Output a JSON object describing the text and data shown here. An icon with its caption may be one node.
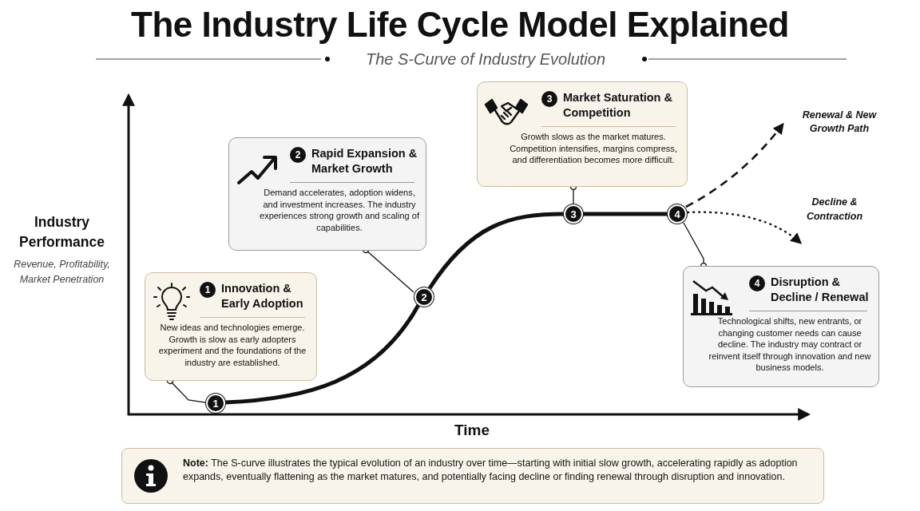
{
  "diagram": {
    "title": "The Industry Life Cycle Model Explained",
    "nodes": [
      {
        "text": [
          "1",
          "Innovation & Early Adoption",
          "New ideas and technologies emerge. Growth is slow as early adopters experiment and the foundations of the industry are established."
        ]
      },
      {
        "text": [
          "2",
          "Rapid Expansion & Market Growth",
          "Demand accelerates, adoption widens, and investment increases. The industry experiences strong growth and scaling of capabilities."
        ]
      },
      {
        "text": [
          "3",
          "Market Saturation & Competition",
          "Growth slows as the market matures. Competition intensifies, margins compress, and differentiation becomes more difficult."
        ]
      },
      {
        "text": [
          "4",
          "Disruption & Decline / Renewal",
          "Technological shifts, new entrants, or changing customer needs can cause decline. The industry may contract or reinvent itself through innovation and new business models."
        ]
      },
      {
        "text": [
          "1"
        ]
      },
      {
        "text": [
          "2"
        ]
      },
      {
        "text": [
          "3"
        ]
      },
      {
        "text": [
          "4"
        ]
      },
      {
        "text": [
          "**Note:** The S-curve illustrates the typical evolution of an industry over time—starting with initial slow growth, accelerating rapidly as adoption expands, eventually flattening as the market matures, and potentially facing decline or finding renewal through disruption and innovation."
        ]
      },
      {
        "text": [
          "Renewal & New Growth Path"
        ]
      },
      {
        "text": [
          "Decline & Contraction"
        ]
      }
    ],
    "edges": [
      {
        "from": 4,
        "to": 5,
        "arrow": "none",
        "style": "thick"
      },
      {
        "from": 5,
        "to": 6,
        "arrow": "none",
        "style": "thick"
      },
      {
        "from": 6,
        "to": 7,
        "arrow": "none",
        "style": "thick"
      },
      {
        "from": 7,
        "to": 9,
        "arrow": "to",
        "style": "dashed"
      },
      {
        "from": 7,
        "to": 10,
        "arrow": "to",
        "style": "dashed"
      },
      {
        "from": 0,
        "to": 4,
        "arrow": "other"
      },
      {
        "from": 1,
        "to": 5,
        "arrow": "other"
      },
      {
        "from": 2,
        "to": 6,
        "arrow": "other"
      },
      {
        "from": 3,
        "to": 7,
        "arrow": "other"
      }
    ],
    "labels": [
      "The S-Curve of Industry Evolution",
      "Industry Performance",
      "Revenue, Profitability, Market Penetration",
      "Time"
    ]
  }
}
